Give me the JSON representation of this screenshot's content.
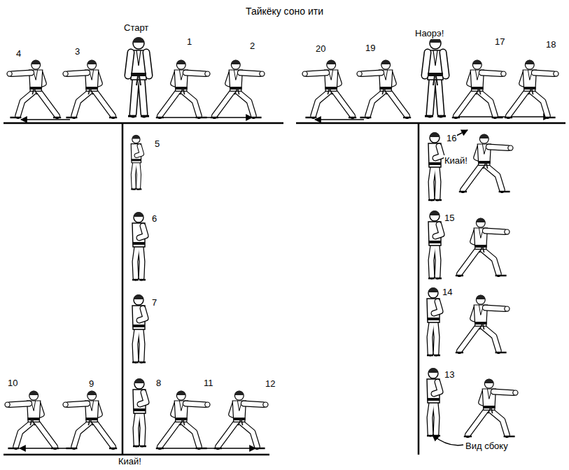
{
  "diagram": {
    "title": "Тайкёку соно ити",
    "labels": [
      "Старт",
      "1",
      "2",
      "3",
      "4",
      "5",
      "6",
      "7",
      "8",
      "9",
      "10",
      "11",
      "12",
      "Киай!",
      "13",
      "14",
      "15",
      "16",
      "Киай!",
      "17",
      "18",
      "19",
      "20",
      "Наорэ!",
      "Вид сбоку"
    ]
  }
}
